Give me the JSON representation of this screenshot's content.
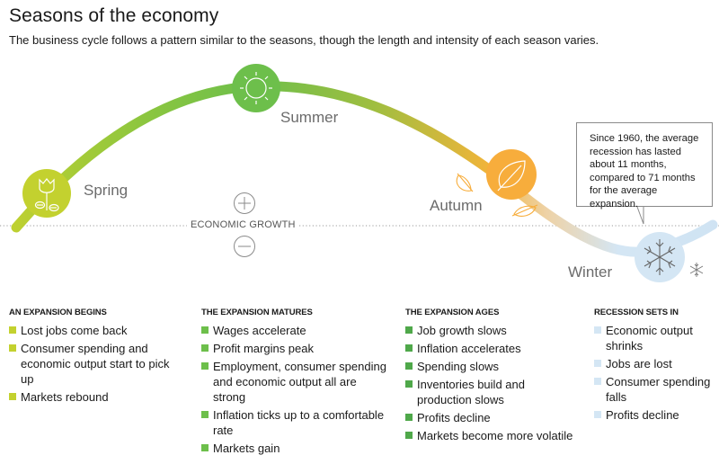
{
  "header": {
    "title": "Seasons of the economy",
    "subtitle": "The business cycle follows a pattern similar to the seasons, though the length and intensity of each season varies."
  },
  "diagram": {
    "axis_label": "ECONOMIC GROWTH",
    "plus_icon": "plus-circle-icon",
    "minus_icon": "minus-circle-icon",
    "seasons": [
      {
        "name": "Spring",
        "icon": "tulip-icon",
        "color": "#c3d12f"
      },
      {
        "name": "Summer",
        "icon": "sun-icon",
        "color": "#6dbf4b"
      },
      {
        "name": "Autumn",
        "icon": "leaf-icon",
        "color": "#f7ad3c"
      },
      {
        "name": "Winter",
        "icon": "snowflake-icon",
        "color": "#d4e6f4"
      }
    ],
    "callout": "Since 1960, the average recession has lasted about 11 months, compared to 71 months for the average expansion."
  },
  "columns": [
    {
      "heading": "AN EXPANSION BEGINS",
      "bullet_color": "#c3d12f",
      "items": [
        "Lost jobs come back",
        "Consumer spending and economic output start to pick up",
        "Markets rebound"
      ]
    },
    {
      "heading": "THE EXPANSION MATURES",
      "bullet_color": "#6dbf4b",
      "items": [
        "Wages accelerate",
        "Profit margins peak",
        "Employment, consumer spending and economic output all are strong",
        "Inflation ticks up to a comfortable rate",
        "Markets gain"
      ]
    },
    {
      "heading": "THE EXPANSION AGES",
      "bullet_color": "#4fa84a",
      "items": [
        "Job growth slows",
        "Inflation accelerates",
        "Spending slows",
        "Inventories build and production slows",
        "Profits decline",
        "Markets become more volatile"
      ]
    },
    {
      "heading": "RECESSION SETS IN",
      "bullet_color": "#d4e6f4",
      "items": [
        "Economic output shrinks",
        "Jobs are lost",
        "Consumer spending falls",
        "Profits decline"
      ]
    }
  ]
}
